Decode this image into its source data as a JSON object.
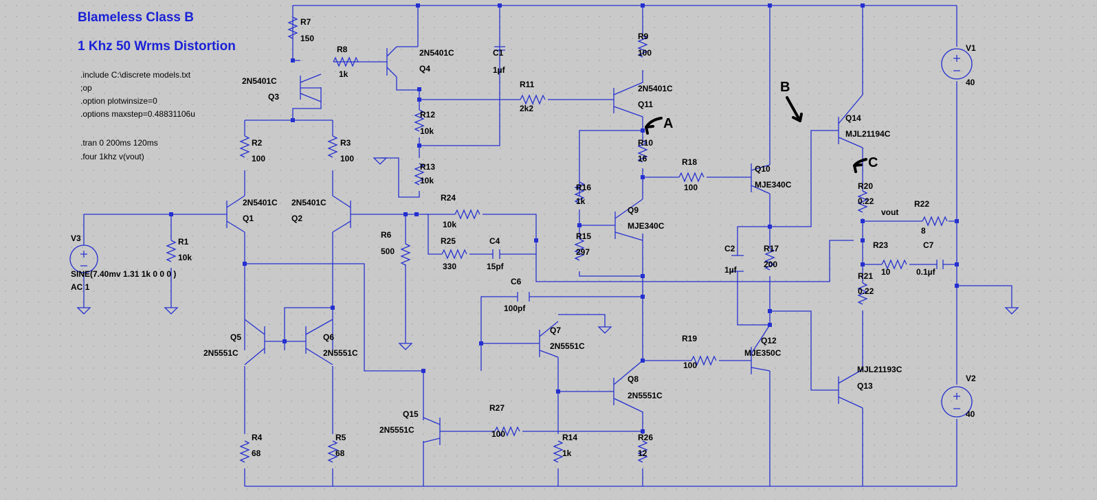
{
  "title_line1": "Blameless Class B",
  "title_line2": "1 Khz 50 Wrms Distortion",
  "directives": [
    ".include C:\\discrete models.txt",
    ";op",
    ".option plotwinsize=0",
    ".options maxstep=0.48831106u",
    ".tran 0 200ms 120ms",
    ".four 1khz v(vout)"
  ],
  "sources": {
    "V1": {
      "name": "V1",
      "value": "40"
    },
    "V2": {
      "name": "V2",
      "value": "40"
    },
    "V3": {
      "name": "V3",
      "value": "SINE(7.40mv 1.31 1k 0 0 0 )",
      "ac": "AC 1"
    }
  },
  "resistors": {
    "R1": {
      "name": "R1",
      "value": "10k"
    },
    "R2": {
      "name": "R2",
      "value": "100"
    },
    "R3": {
      "name": "R3",
      "value": "100"
    },
    "R4": {
      "name": "R4",
      "value": "68"
    },
    "R5": {
      "name": "R5",
      "value": "68"
    },
    "R6": {
      "name": "R6",
      "value": "500"
    },
    "R7": {
      "name": "R7",
      "value": "150"
    },
    "R8": {
      "name": "R8",
      "value": "1k"
    },
    "R9": {
      "name": "R9",
      "value": "100"
    },
    "R10": {
      "name": "R10",
      "value": "16"
    },
    "R11": {
      "name": "R11",
      "value": "2k2"
    },
    "R12": {
      "name": "R12",
      "value": "10k"
    },
    "R13": {
      "name": "R13",
      "value": "10k"
    },
    "R14": {
      "name": "R14",
      "value": "1k"
    },
    "R15": {
      "name": "R15",
      "value": "297"
    },
    "R16": {
      "name": "R16",
      "value": "1k"
    },
    "R17": {
      "name": "R17",
      "value": "200"
    },
    "R18": {
      "name": "R18",
      "value": "100"
    },
    "R19": {
      "name": "R19",
      "value": "100"
    },
    "R20": {
      "name": "R20",
      "value": "0.22"
    },
    "R21": {
      "name": "R21",
      "value": "0.22"
    },
    "R22": {
      "name": "R22",
      "value": "8"
    },
    "R23": {
      "name": "R23",
      "value": "10"
    },
    "R24": {
      "name": "R24",
      "value": "10k"
    },
    "R25": {
      "name": "R25",
      "value": "330"
    },
    "R26": {
      "name": "R26",
      "value": "12"
    },
    "R27": {
      "name": "R27",
      "value": "100"
    }
  },
  "capacitors": {
    "C1": {
      "name": "C1",
      "value": "1µf"
    },
    "C2": {
      "name": "C2",
      "value": "1µf"
    },
    "C4": {
      "name": "C4",
      "value": "15pf"
    },
    "C6": {
      "name": "C6",
      "value": "100pf"
    },
    "C7": {
      "name": "C7",
      "value": "0.1µf"
    }
  },
  "transistors": {
    "Q1": {
      "name": "Q1",
      "model": "2N5401C"
    },
    "Q2": {
      "name": "Q2",
      "model": "2N5401C"
    },
    "Q3": {
      "name": "Q3",
      "model": "2N5401C"
    },
    "Q4": {
      "name": "Q4",
      "model": "2N5401C"
    },
    "Q5": {
      "name": "Q5",
      "model": "2N5551C"
    },
    "Q6": {
      "name": "Q6",
      "model": "2N5551C"
    },
    "Q7": {
      "name": "Q7",
      "model": "2N5551C"
    },
    "Q8": {
      "name": "Q8",
      "model": "2N5551C"
    },
    "Q9": {
      "name": "Q9",
      "model": "MJE340C"
    },
    "Q10": {
      "name": "Q10",
      "model": "MJE340C"
    },
    "Q11": {
      "name": "Q11",
      "model": "2N5401C"
    },
    "Q12": {
      "name": "Q12",
      "model": "MJE350C"
    },
    "Q13": {
      "name": "Q13",
      "model": "MJL21193C"
    },
    "Q14": {
      "name": "Q14",
      "model": "MJL21194C"
    },
    "Q15": {
      "name": "Q15",
      "model": "2N5551C"
    }
  },
  "net_labels": {
    "vout": "vout"
  },
  "annotations": {
    "A": "A",
    "B": "B",
    "C": "C"
  },
  "colors": {
    "wire": "#2430d0",
    "background": "#c9c9c9",
    "title": "#1a22d6",
    "text": "#000000"
  }
}
